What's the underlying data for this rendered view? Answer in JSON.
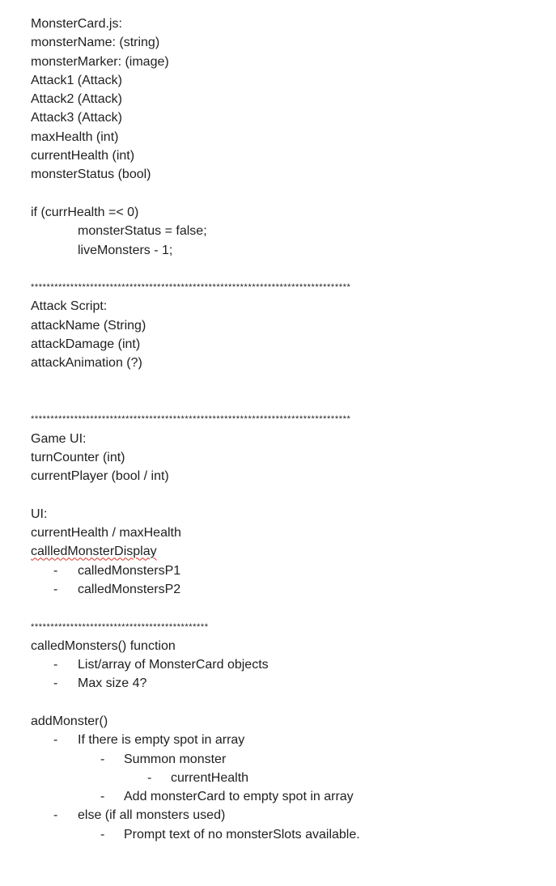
{
  "monster_card": {
    "title": "MonsterCard.js:",
    "fields": [
      "monsterName: (string)",
      "monsterMarker: (image)",
      "Attack1 (Attack)",
      "Attack2 (Attack)",
      "Attack3 (Attack)",
      "maxHealth (int)",
      "currentHealth (int)",
      "monsterStatus (bool)"
    ],
    "condition": "if (currHealth =< 0)",
    "condition_body": [
      "monsterStatus = false;",
      "liveMonsters - 1;"
    ]
  },
  "separator_long": "*********************************************************************************",
  "separator_short": "*********************************************",
  "attack_script": {
    "title": "Attack Script:",
    "fields": [
      "attackName (String)",
      "attackDamage (int)",
      "attackAnimation (?)"
    ]
  },
  "game_ui": {
    "title": "Game UI:",
    "fields": [
      "turnCounter (int)",
      "currentPlayer (bool / int)"
    ]
  },
  "ui": {
    "title": "UI:",
    "health_line": "currentHealth / maxHealth",
    "display_line": "callledMonsterDisplay",
    "display_items": [
      "calledMonstersP1",
      "calledMonstersP2"
    ]
  },
  "called_monsters": {
    "title": "calledMonsters() function",
    "items": [
      "List/array of MonsterCard objects",
      "Max size 4?"
    ]
  },
  "add_monster": {
    "title": "addMonster()",
    "if_line": "If there is empty spot in array",
    "summon_line": "Summon monster",
    "current_health_line": "currentHealth",
    "add_line": "Add monsterCard to empty spot in array",
    "else_line": "else (if all monsters used)",
    "prompt_line": "Prompt text of no monsterSlots available."
  },
  "bullet_dash": "-"
}
